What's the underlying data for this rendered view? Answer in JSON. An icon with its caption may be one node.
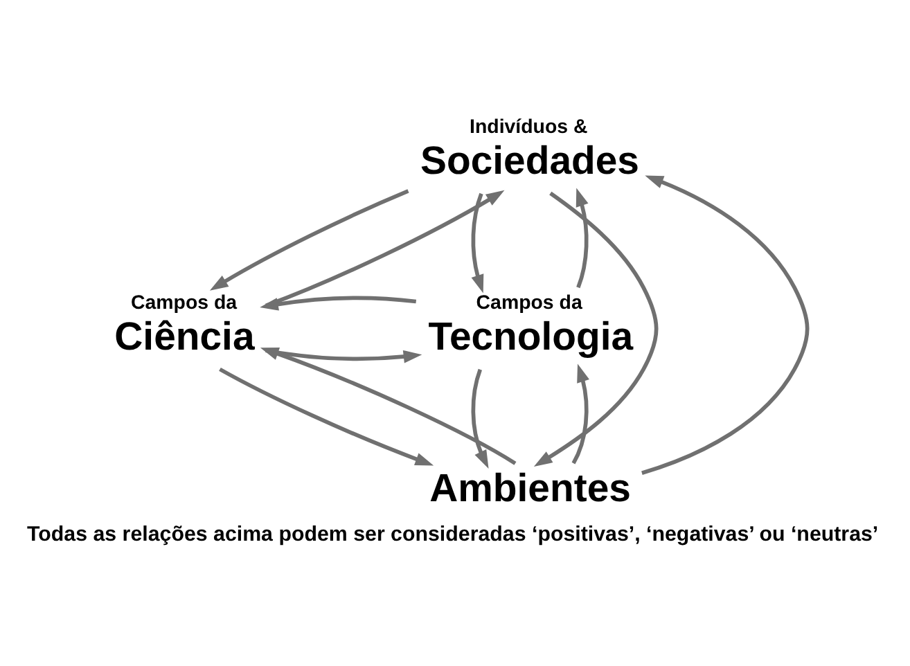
{
  "diagram": {
    "caption": "Todas as relações acima podem ser consideradas ‘positivas’, ‘negativas’ ou ‘neutras’",
    "nodes": [
      {
        "text": [
          "Indivíduos &",
          "Sociedades"
        ]
      },
      {
        "text": [
          "Campos da",
          "Ciência"
        ]
      },
      {
        "text": [
          "Campos da",
          "Tecnologia"
        ]
      },
      {
        "text": [
          "Ambientes"
        ]
      }
    ],
    "edges": [
      {
        "from": 1,
        "to": 0,
        "arrow": "to"
      },
      {
        "from": 0,
        "to": 1,
        "arrow": "to"
      },
      {
        "from": 0,
        "to": 2,
        "arrow": "to"
      },
      {
        "from": 2,
        "to": 0,
        "arrow": "to"
      },
      {
        "from": 1,
        "to": 2,
        "arrow": "to"
      },
      {
        "from": 2,
        "to": 1,
        "arrow": "to"
      },
      {
        "from": 3,
        "to": 0,
        "arrow": "to"
      },
      {
        "from": 0,
        "to": 3,
        "arrow": "to"
      },
      {
        "from": 1,
        "to": 3,
        "arrow": "to"
      },
      {
        "from": 3,
        "to": 1,
        "arrow": "to"
      },
      {
        "from": 2,
        "to": 3,
        "arrow": "to"
      },
      {
        "from": 3,
        "to": 2,
        "arrow": "to"
      }
    ]
  }
}
